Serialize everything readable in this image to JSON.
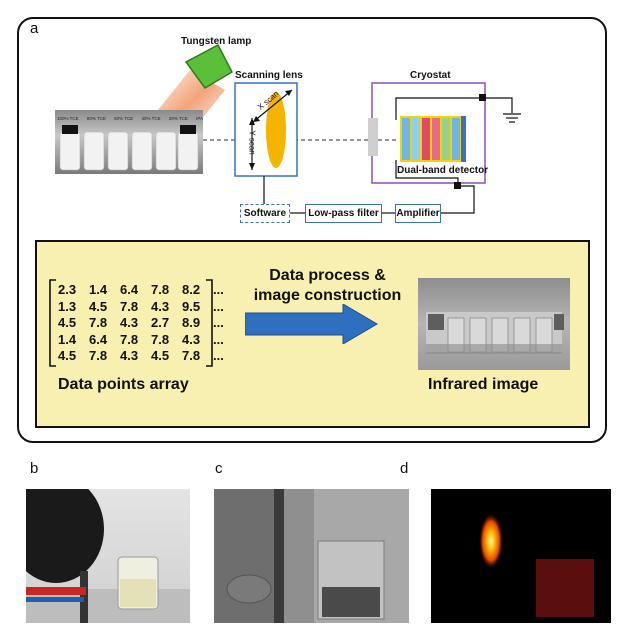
{
  "panels": {
    "a": "a",
    "b": "b",
    "c": "c",
    "d": "d"
  },
  "setup": {
    "lamp_label": "Tungsten lamp",
    "scanning_lens_label": "Scanning lens",
    "x_scan": "X scan",
    "y_scan": "Y scan",
    "cryostat_label": "Cryostat",
    "detector_label": "Dual-band detector",
    "vial_labels": [
      "100% TCE",
      "80% TCE",
      "60% TCE",
      "40% TCE",
      "20% TCE",
      "IPA"
    ],
    "software": "Software",
    "low_pass": "Low-pass filter",
    "amplifier": "Amplifier"
  },
  "process": {
    "matrix": [
      [
        "2.3",
        "1.4",
        "6.4",
        "7.8",
        "8.2",
        "..."
      ],
      [
        "1.3",
        "4.5",
        "7.8",
        "4.3",
        "9.5",
        "..."
      ],
      [
        "4.5",
        "7.8",
        "4.3",
        "2.7",
        "8.9",
        "..."
      ],
      [
        "1.4",
        "6.4",
        "7.8",
        "7.8",
        "4.3",
        "..."
      ],
      [
        "4.5",
        "7.8",
        "4.3",
        "4.5",
        "7.8",
        "..."
      ]
    ],
    "data_points_label": "Data points array",
    "process_line1": "Data process &",
    "process_line2": "image construction",
    "infrared_label": "Infrared image"
  },
  "colors": {
    "frame": "#111111",
    "yellow": "#f8f0b0",
    "arrow": "#2f6fc0",
    "lens": "#f5b400",
    "box": "#3a6fc4",
    "cryostat": "#8a4fb8",
    "lamp": "#5bbf3a"
  }
}
